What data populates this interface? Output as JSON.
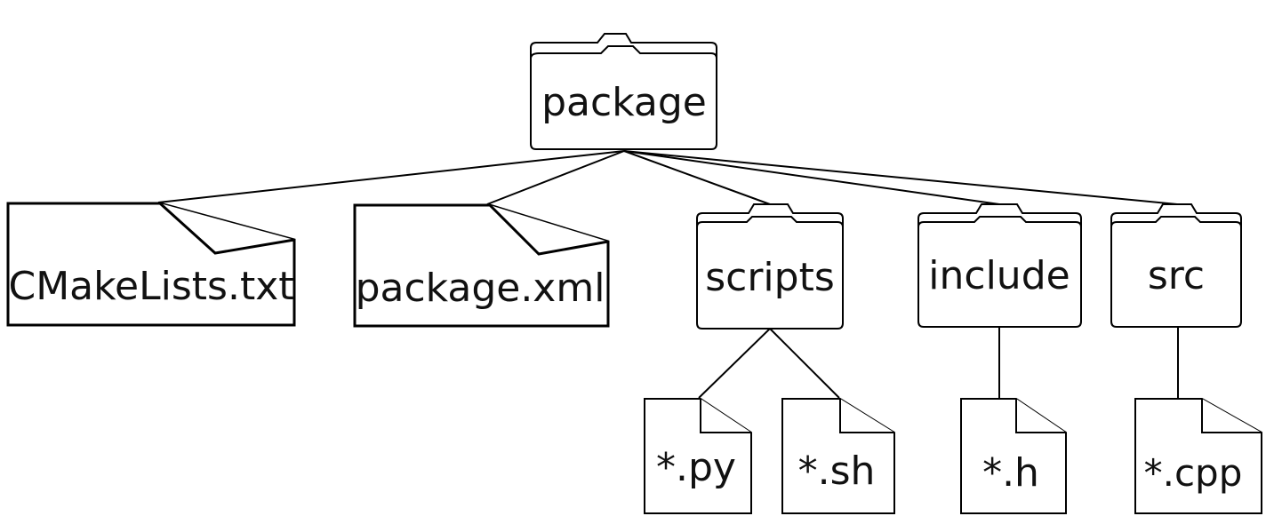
{
  "diagram": {
    "root": "package",
    "files": {
      "cmakelists": "CMakeLists.txt",
      "package_xml": "package.xml"
    },
    "folders": {
      "scripts": "scripts",
      "include": "include",
      "src": "src"
    },
    "leaves": {
      "py": "*.py",
      "sh": "*.sh",
      "h": "*.h",
      "cpp": "*.cpp"
    }
  }
}
